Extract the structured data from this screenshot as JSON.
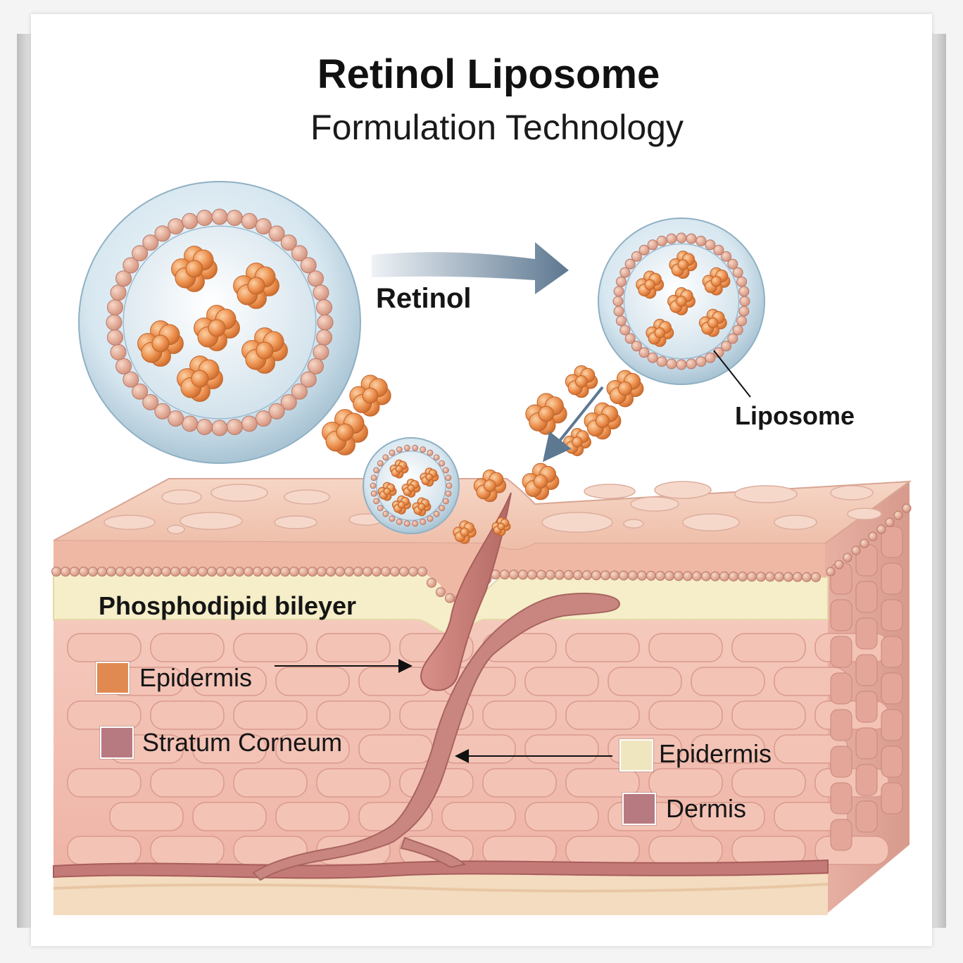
{
  "title": "Retinol Liposome",
  "subtitle": "Formulation Technology",
  "labels": {
    "retinol": "Retinol",
    "liposome": "Liposome",
    "bilayer": "Phosphodipid bileyer"
  },
  "legend_left": [
    {
      "label": "Epidermis",
      "color": "#e08a52"
    },
    {
      "label": "Stratum Corneum",
      "color": "#b77a80"
    }
  ],
  "legend_right": [
    {
      "label": "Epidermis",
      "color": "#efe6c0"
    },
    {
      "label": "Dermis",
      "color": "#b77a80"
    }
  ],
  "colors": {
    "liposome_shell": "#cfe3ee",
    "phospholipid_bead": "#e0a890",
    "retinol_cluster": "#e98a45",
    "skin_surface": "#f1c6b4",
    "bilayer_band": "#f5eec9",
    "epidermis_cells": "#f0bcb0",
    "hair_follicle": "#c77f78",
    "arrow": "#5d7891"
  }
}
